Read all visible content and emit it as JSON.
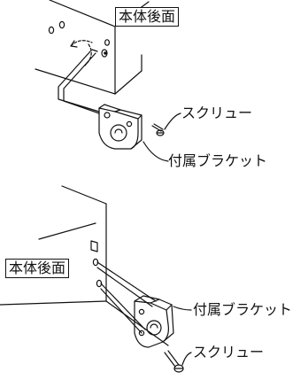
{
  "labels": {
    "top_panel": "本体後面",
    "top_screw": "スクリュー",
    "top_bracket": "付属ブラケット",
    "bottom_panel": "本体後面",
    "bottom_bracket": "付属ブラケット",
    "bottom_screw": "スクリュー"
  },
  "colors": {
    "line": "#111111",
    "background": "#ffffff"
  }
}
